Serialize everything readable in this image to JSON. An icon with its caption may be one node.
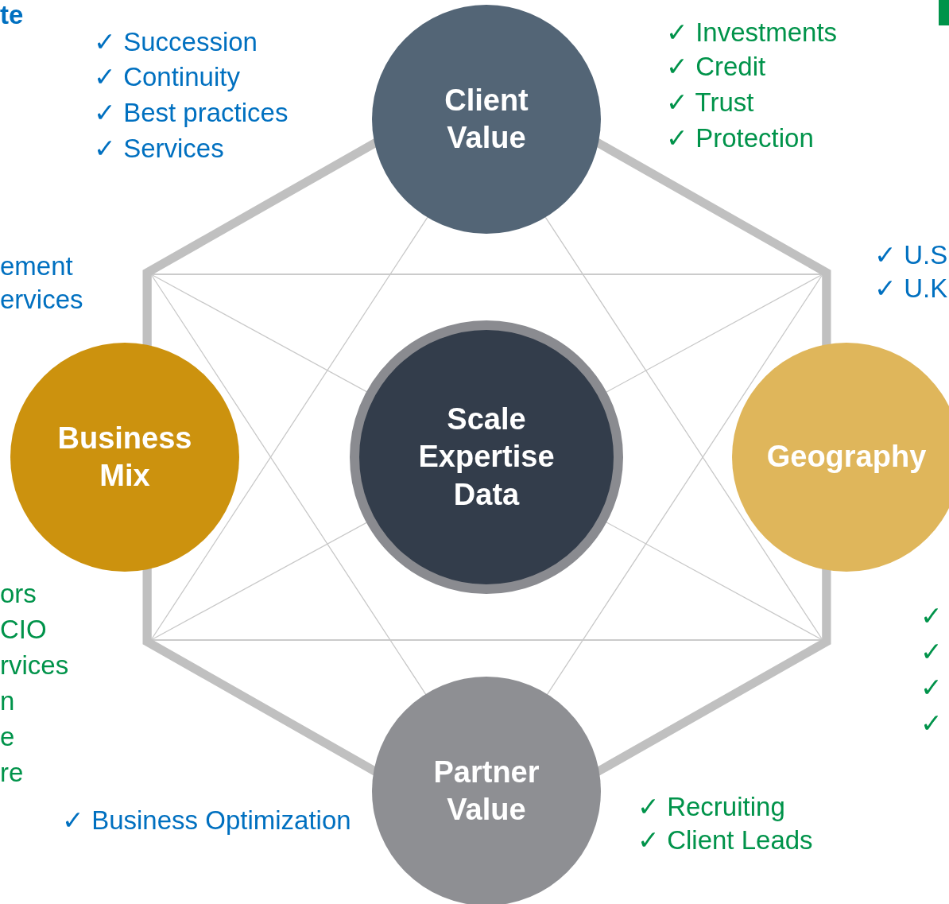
{
  "diagram": {
    "nodes": [
      {
        "text": [
          "Client Value"
        ]
      },
      {
        "text": [
          "Business Mix"
        ]
      },
      {
        "text": [
          "Scale Expertise Data"
        ]
      },
      {
        "text": [
          "Geography"
        ]
      },
      {
        "text": [
          "Partner Value"
        ]
      }
    ],
    "labels": [
      "te",
      "✓ Succession",
      "✓ Continuity",
      "✓ Best practices",
      "✓ Services",
      "✓ Investments",
      "✓ Credit",
      "✓ Trust",
      "✓ Protection",
      "ement",
      "ervices",
      "✓ U.S",
      "✓ U.K",
      "ors",
      "CIO",
      "rvices",
      "n",
      "e",
      "re",
      "✓",
      "✓",
      "✓",
      "✓",
      "✓ Business Optimization",
      "✓ Recruiting",
      "✓ Client Leads"
    ]
  }
}
